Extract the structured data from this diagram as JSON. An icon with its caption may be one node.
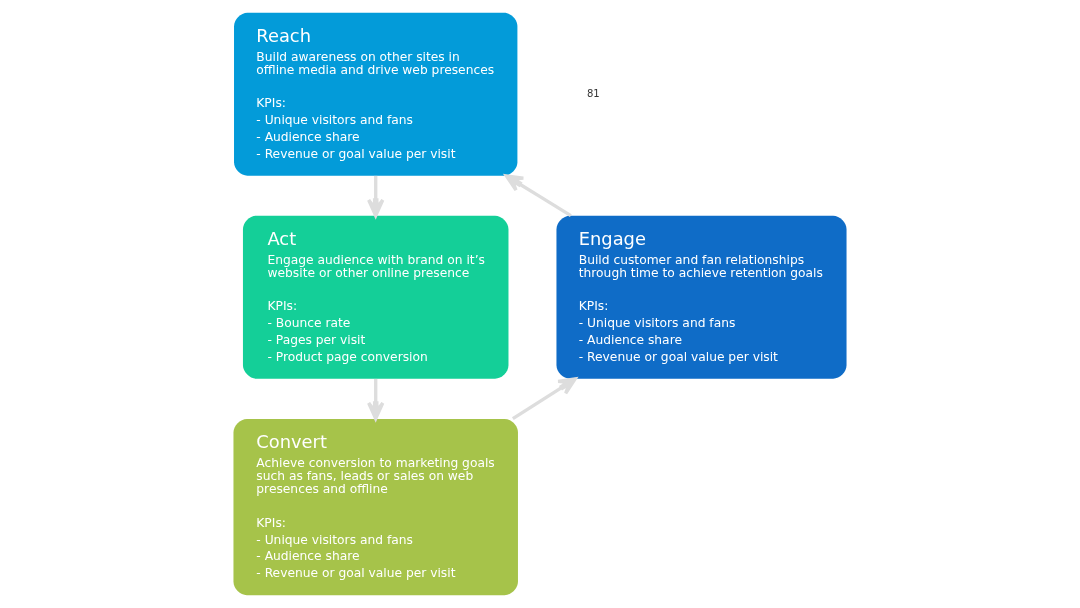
{
  "diagram": {
    "nodes": [
      {
        "text": [
          "Reach",
          "Build awareness on other sites in offline media and drive web presences",
          "KPIs:",
          "- Unique visitors and fans",
          "- Audience share",
          "- Revenue or goal value per visit"
        ]
      },
      {
        "text": [
          "Engage",
          "Build customer and fan relationships through time to achieve retention goals",
          "KPIs:",
          "- Unique visitors and fans",
          "- Audience share",
          "- Revenue or goal value per visit"
        ]
      },
      {
        "text": [
          "Act",
          "Engage audience with brand on it’s website or other online presence",
          "KPIs:",
          "- Bounce rate",
          "- Pages per visit",
          "- Product page conversion"
        ]
      },
      {
        "text": [
          "Convert",
          "Achieve conversion to marketing goals such as fans, leads or sales on web presences and offline",
          "KPIs:",
          "- Unique visitors and fans",
          "- Audience share",
          "- Revenue or goal value per visit"
        ]
      }
    ],
    "edges": [
      {
        "from": 0,
        "to": 2,
        "arrow": "to"
      },
      {
        "from": 2,
        "to": 3,
        "arrow": "to"
      },
      {
        "from": 3,
        "to": 1,
        "arrow": "to"
      },
      {
        "from": 1,
        "to": 0,
        "arrow": "to"
      }
    ],
    "labels": [
      "81"
    ]
  }
}
